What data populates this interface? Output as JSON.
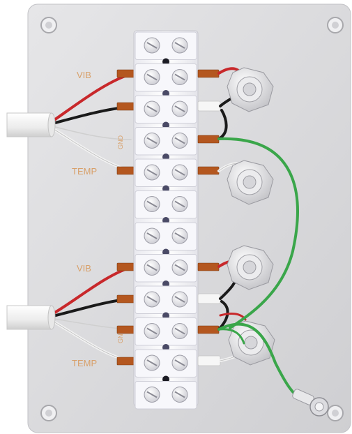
{
  "colors": {
    "plate": "#d9d9db",
    "label": "#d8a06a",
    "wire_red": "#c8282b",
    "wire_black": "#1a1a1a",
    "wire_white": "#f2f2f2",
    "wire_green": "#3aa64a",
    "ferrule": "#b4571f",
    "terminal_body": "#f4f4f8",
    "cable_jacket": "#eeeeee"
  },
  "labels": {
    "group1": {
      "vib": "VIB",
      "gnd": "GND",
      "temp": "TEMP"
    },
    "group2": {
      "vib": "VIB",
      "gnd": "GND",
      "temp": "TEMP"
    }
  },
  "icons": {
    "mount_hole": "mounting-screw-icon",
    "connector": "sensor-connector-icon",
    "ring_terminal": "ring-terminal-icon"
  }
}
